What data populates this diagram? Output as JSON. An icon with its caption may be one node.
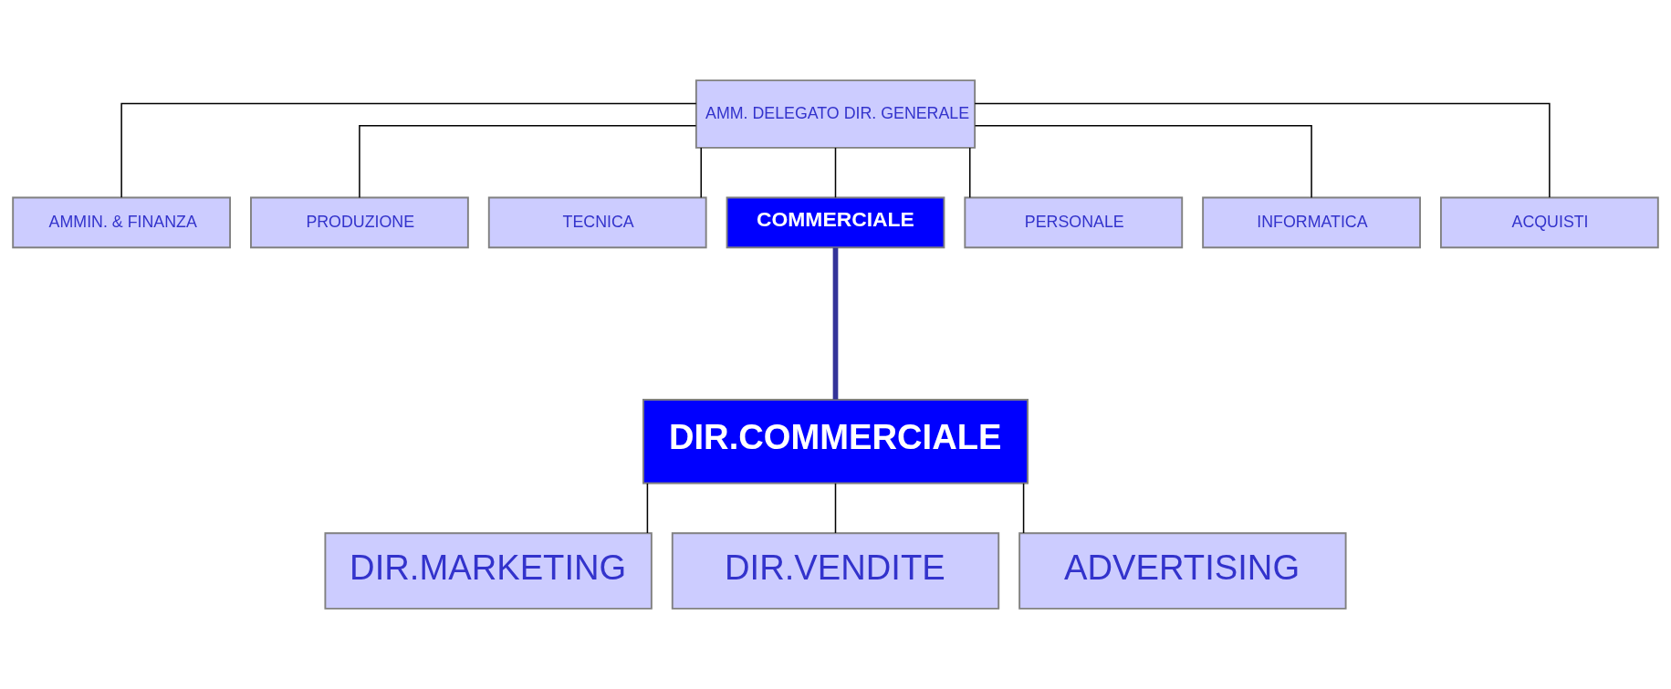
{
  "diagram": {
    "nodes": [
      {
        "text": [
          "AMM. DELEGATO DIR. GENERALE"
        ]
      },
      {
        "text": [
          "AMMIN. & FINANZA"
        ]
      },
      {
        "text": [
          "PRODUZIONE"
        ]
      },
      {
        "text": [
          "TECNICA"
        ]
      },
      {
        "text": [
          "COMMERCIALE"
        ]
      },
      {
        "text": [
          "PERSONALE"
        ]
      },
      {
        "text": [
          "INFORMATICA"
        ]
      },
      {
        "text": [
          "ACQUISTI"
        ]
      },
      {
        "text": [
          "DIR.COMMERCIALE"
        ]
      },
      {
        "text": [
          "DIR.MARKETING"
        ]
      },
      {
        "text": [
          "DIR.VENDITE"
        ]
      },
      {
        "text": [
          "ADVERTISING"
        ]
      }
    ],
    "edges": [
      {
        "from": 0,
        "to": 1,
        "arrow": "none"
      },
      {
        "from": 0,
        "to": 2,
        "arrow": "none"
      },
      {
        "from": 0,
        "to": 3,
        "arrow": "none"
      },
      {
        "from": 0,
        "to": 4,
        "arrow": "none"
      },
      {
        "from": 0,
        "to": 5,
        "arrow": "none"
      },
      {
        "from": 0,
        "to": 6,
        "arrow": "none"
      },
      {
        "from": 0,
        "to": 7,
        "arrow": "none"
      },
      {
        "from": 4,
        "to": 8,
        "arrow": "none",
        "style": "thick",
        "color": "#333399"
      },
      {
        "from": 8,
        "to": 9,
        "arrow": "none"
      },
      {
        "from": 8,
        "to": 10,
        "arrow": "none"
      },
      {
        "from": 8,
        "to": 11,
        "arrow": "none"
      }
    ]
  }
}
